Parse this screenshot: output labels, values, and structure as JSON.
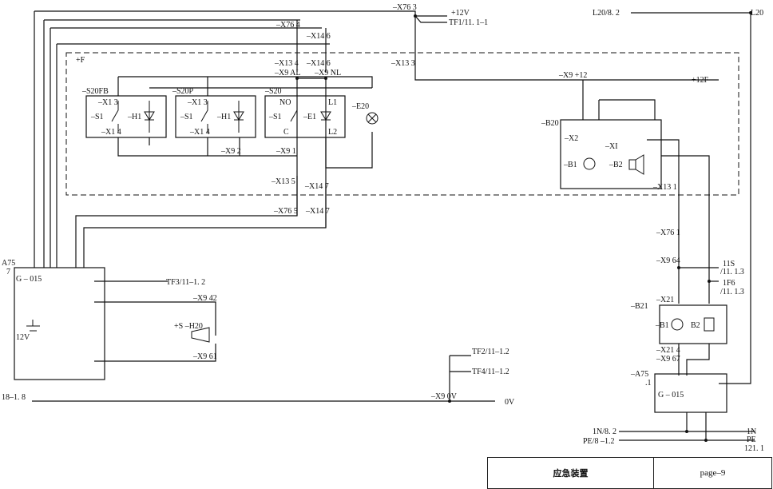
{
  "labels": {
    "x76_3": "–X76 3",
    "v12": "+12V",
    "tf1": "TF1/11. 1–1",
    "l20_82": "L20/8. 2",
    "l20": "L20",
    "x76_4": "–X76 4",
    "x14_6": "–X14 6",
    "x13_3": "–X13 3",
    "f": "+F",
    "x13_4": "–X13 4",
    "x14_6b": "–X14 6",
    "x9_al": "–X9 AL",
    "x9_nl": "–X9 NL",
    "x9_12": "–X9 +12",
    "v12f": "+12F",
    "s20fb": "–S20FB",
    "s20p": "–S20P",
    "s20": "–S20",
    "e20": "–E20",
    "x1_3a": "–X1 3",
    "x1_3b": "–X1 3",
    "s1a": "–S1",
    "h1a": "–H1",
    "s1b": "–S1",
    "h1b": "–H1",
    "s1c": "–S1",
    "e1": "–E1",
    "x1_4a": "–X1 4",
    "x1_4b": "–X1 4",
    "no": "NO",
    "c": "C",
    "l1": "L1",
    "l2": "L2",
    "x9_2": "–X9 2",
    "x9_1": "–X9 1",
    "x13_5": "–X13 5",
    "x14_7": "–X14 7",
    "x76_5": "–X76 5",
    "x14_7b": "–X14 7",
    "b20": "–B20",
    "x2": "–X2",
    "xi": "–XI",
    "b2a": "–B2",
    "b1a": "–B1",
    "x13_1": "–X13 1",
    "a75": "A75",
    "a75_7": "7",
    "g015a": "G – 015",
    "tf3": "TF3/11–1. 2",
    "x9_42": "–X9 42",
    "sh20": "+S –H20",
    "v12bat": "12V",
    "x9_61": "–X9 61",
    "tf2": "TF2/11–1.2",
    "tf4": "TF4/11–1.2",
    "l18": "18–1. 8",
    "x9_0v": "–X9 0V",
    "ov": "0V",
    "x76_1": "–X76 1",
    "x9_64": "–X9 64",
    "s11": "11S",
    "s11b": "/11. 1.3",
    "f16": "1F6",
    "f16b": "/11. 1.3",
    "x21a": "–X21",
    "b21": "–B21",
    "b1b": "–B1",
    "b2b": "B2",
    "x21b": "–X21 4",
    "x9_67": "–X9 67",
    "a75b": "–A75",
    "a75b_1": ".1",
    "g015b": "G – 015",
    "n1": "1N/8. 2",
    "pe": "PE/8 –1.2",
    "n1r": "1N",
    "per": "PE",
    "r121": "121. 1"
  },
  "title_block": {
    "name": "应急装置",
    "page": "page–9"
  }
}
